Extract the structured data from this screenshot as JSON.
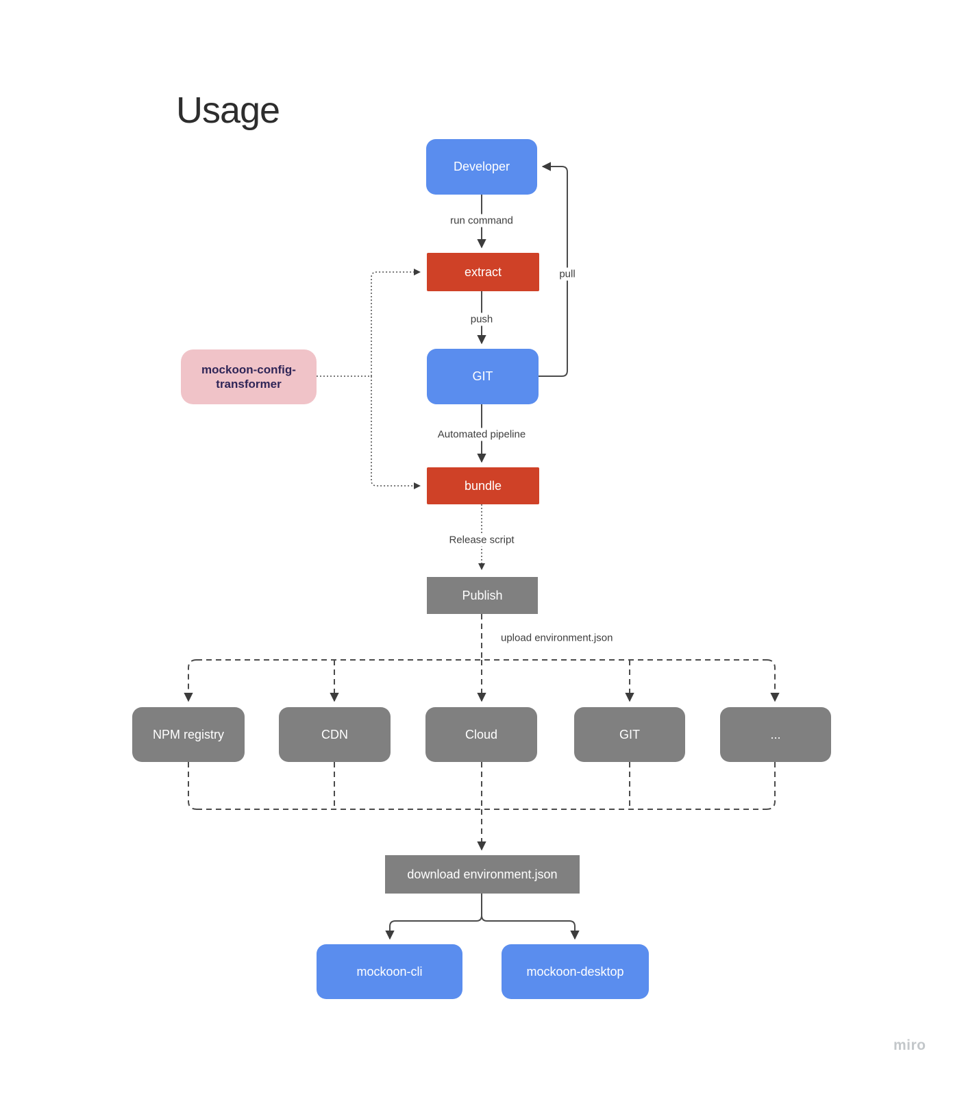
{
  "title": "Usage",
  "watermark": "miro",
  "nodes": {
    "developer": "Developer",
    "extract": "extract",
    "git": "GIT",
    "bundle": "bundle",
    "publish": "Publish",
    "transformer": "mockoon-config-transformer",
    "download": "download environment.json",
    "mockoon_cli": "mockoon-cli",
    "mockoon_desktop": "mockoon-desktop"
  },
  "distribution_targets": [
    "NPM registry",
    "CDN",
    "Cloud",
    "GIT",
    "..."
  ],
  "edge_labels": {
    "run_command": "run command",
    "push": "push",
    "pull": "pull",
    "automated_pipeline": "Automated pipeline",
    "release_script": "Release script",
    "upload": "upload environment.json"
  },
  "colors": {
    "node_blue": "#5a8dee",
    "node_red": "#cf4127",
    "node_gray": "#808080",
    "node_pink": "#f0c3c8",
    "pink_text": "#2f2557",
    "connector": "#4a4a4a",
    "label_text": "#3d3d3d",
    "background": "#ffffff"
  }
}
